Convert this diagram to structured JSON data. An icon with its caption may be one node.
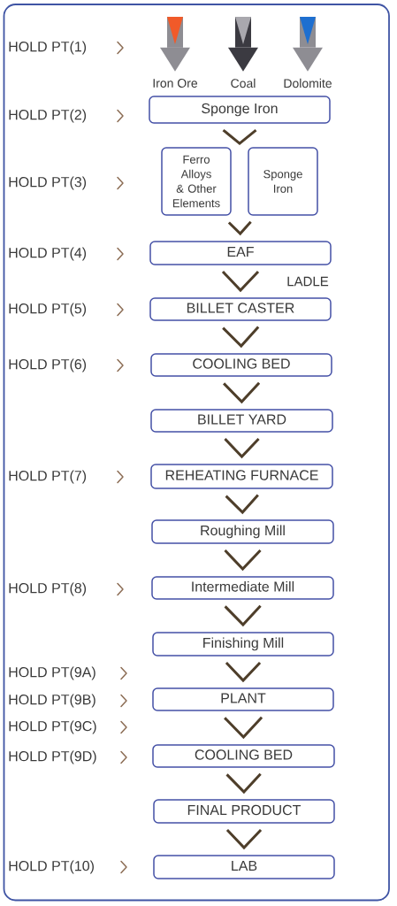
{
  "diagram": {
    "nodes": [
      {
        "text": [
          "Iron Ore"
        ]
      },
      {
        "text": [
          "Coal"
        ]
      },
      {
        "text": [
          "Dolomite"
        ]
      },
      {
        "text": [
          "Sponge Iron"
        ]
      },
      {
        "text": [
          "Ferro Alloys & Other Elements"
        ]
      },
      {
        "text": [
          "Sponge Iron"
        ]
      },
      {
        "text": [
          "EAF"
        ]
      },
      {
        "text": [
          "BILLET CASTER"
        ]
      },
      {
        "text": [
          "COOLING BED"
        ]
      },
      {
        "text": [
          "BILLET YARD"
        ]
      },
      {
        "text": [
          "REHEATING FURNACE"
        ]
      },
      {
        "text": [
          "Roughing Mill"
        ]
      },
      {
        "text": [
          "Intermediate Mill"
        ]
      },
      {
        "text": [
          "Finishing Mill"
        ]
      },
      {
        "text": [
          "PLANT"
        ]
      },
      {
        "text": [
          "COOLING BED"
        ]
      },
      {
        "text": [
          "FINAL PRODUCT"
        ]
      },
      {
        "text": [
          "LAB"
        ]
      }
    ],
    "edges": [
      {
        "from": null,
        "to": 0,
        "arrow": "to",
        "style": "thick",
        "color": "#8e8d93"
      },
      {
        "from": null,
        "to": 1,
        "arrow": "to",
        "style": "thick",
        "color": "#3b3a41"
      },
      {
        "from": null,
        "to": 2,
        "arrow": "to",
        "style": "thick",
        "color": "#8e8d93"
      },
      {
        "from": 3,
        "to": null,
        "arrow": "to"
      },
      {
        "from": 4,
        "to": 6,
        "arrow": "to"
      },
      {
        "from": 5,
        "to": 6,
        "arrow": "to"
      },
      {
        "from": 6,
        "to": 7,
        "arrow": "to",
        "label": "LADLE"
      },
      {
        "from": 7,
        "to": 8,
        "arrow": "to"
      },
      {
        "from": 8,
        "to": 9,
        "arrow": "to"
      },
      {
        "from": 9,
        "to": 10,
        "arrow": "to"
      },
      {
        "from": 10,
        "to": 11,
        "arrow": "to"
      },
      {
        "from": 11,
        "to": 12,
        "arrow": "to"
      },
      {
        "from": 12,
        "to": 13,
        "arrow": "to"
      },
      {
        "from": 13,
        "to": 14,
        "arrow": "to"
      },
      {
        "from": 14,
        "to": 15,
        "arrow": "to"
      },
      {
        "from": 15,
        "to": 16,
        "arrow": "to"
      },
      {
        "from": 16,
        "to": 17,
        "arrow": "to"
      }
    ],
    "labels": [
      "HOLD PT(1)",
      "HOLD PT(2)",
      "HOLD PT(3)",
      "HOLD PT(4)",
      "HOLD PT(5)",
      "HOLD PT(6)",
      "HOLD PT(7)",
      "HOLD PT(8)",
      "HOLD PT(9A)",
      "HOLD PT(9B)",
      "HOLD PT(9C)",
      "HOLD PT(9D)",
      "HOLD PT(10)"
    ]
  }
}
